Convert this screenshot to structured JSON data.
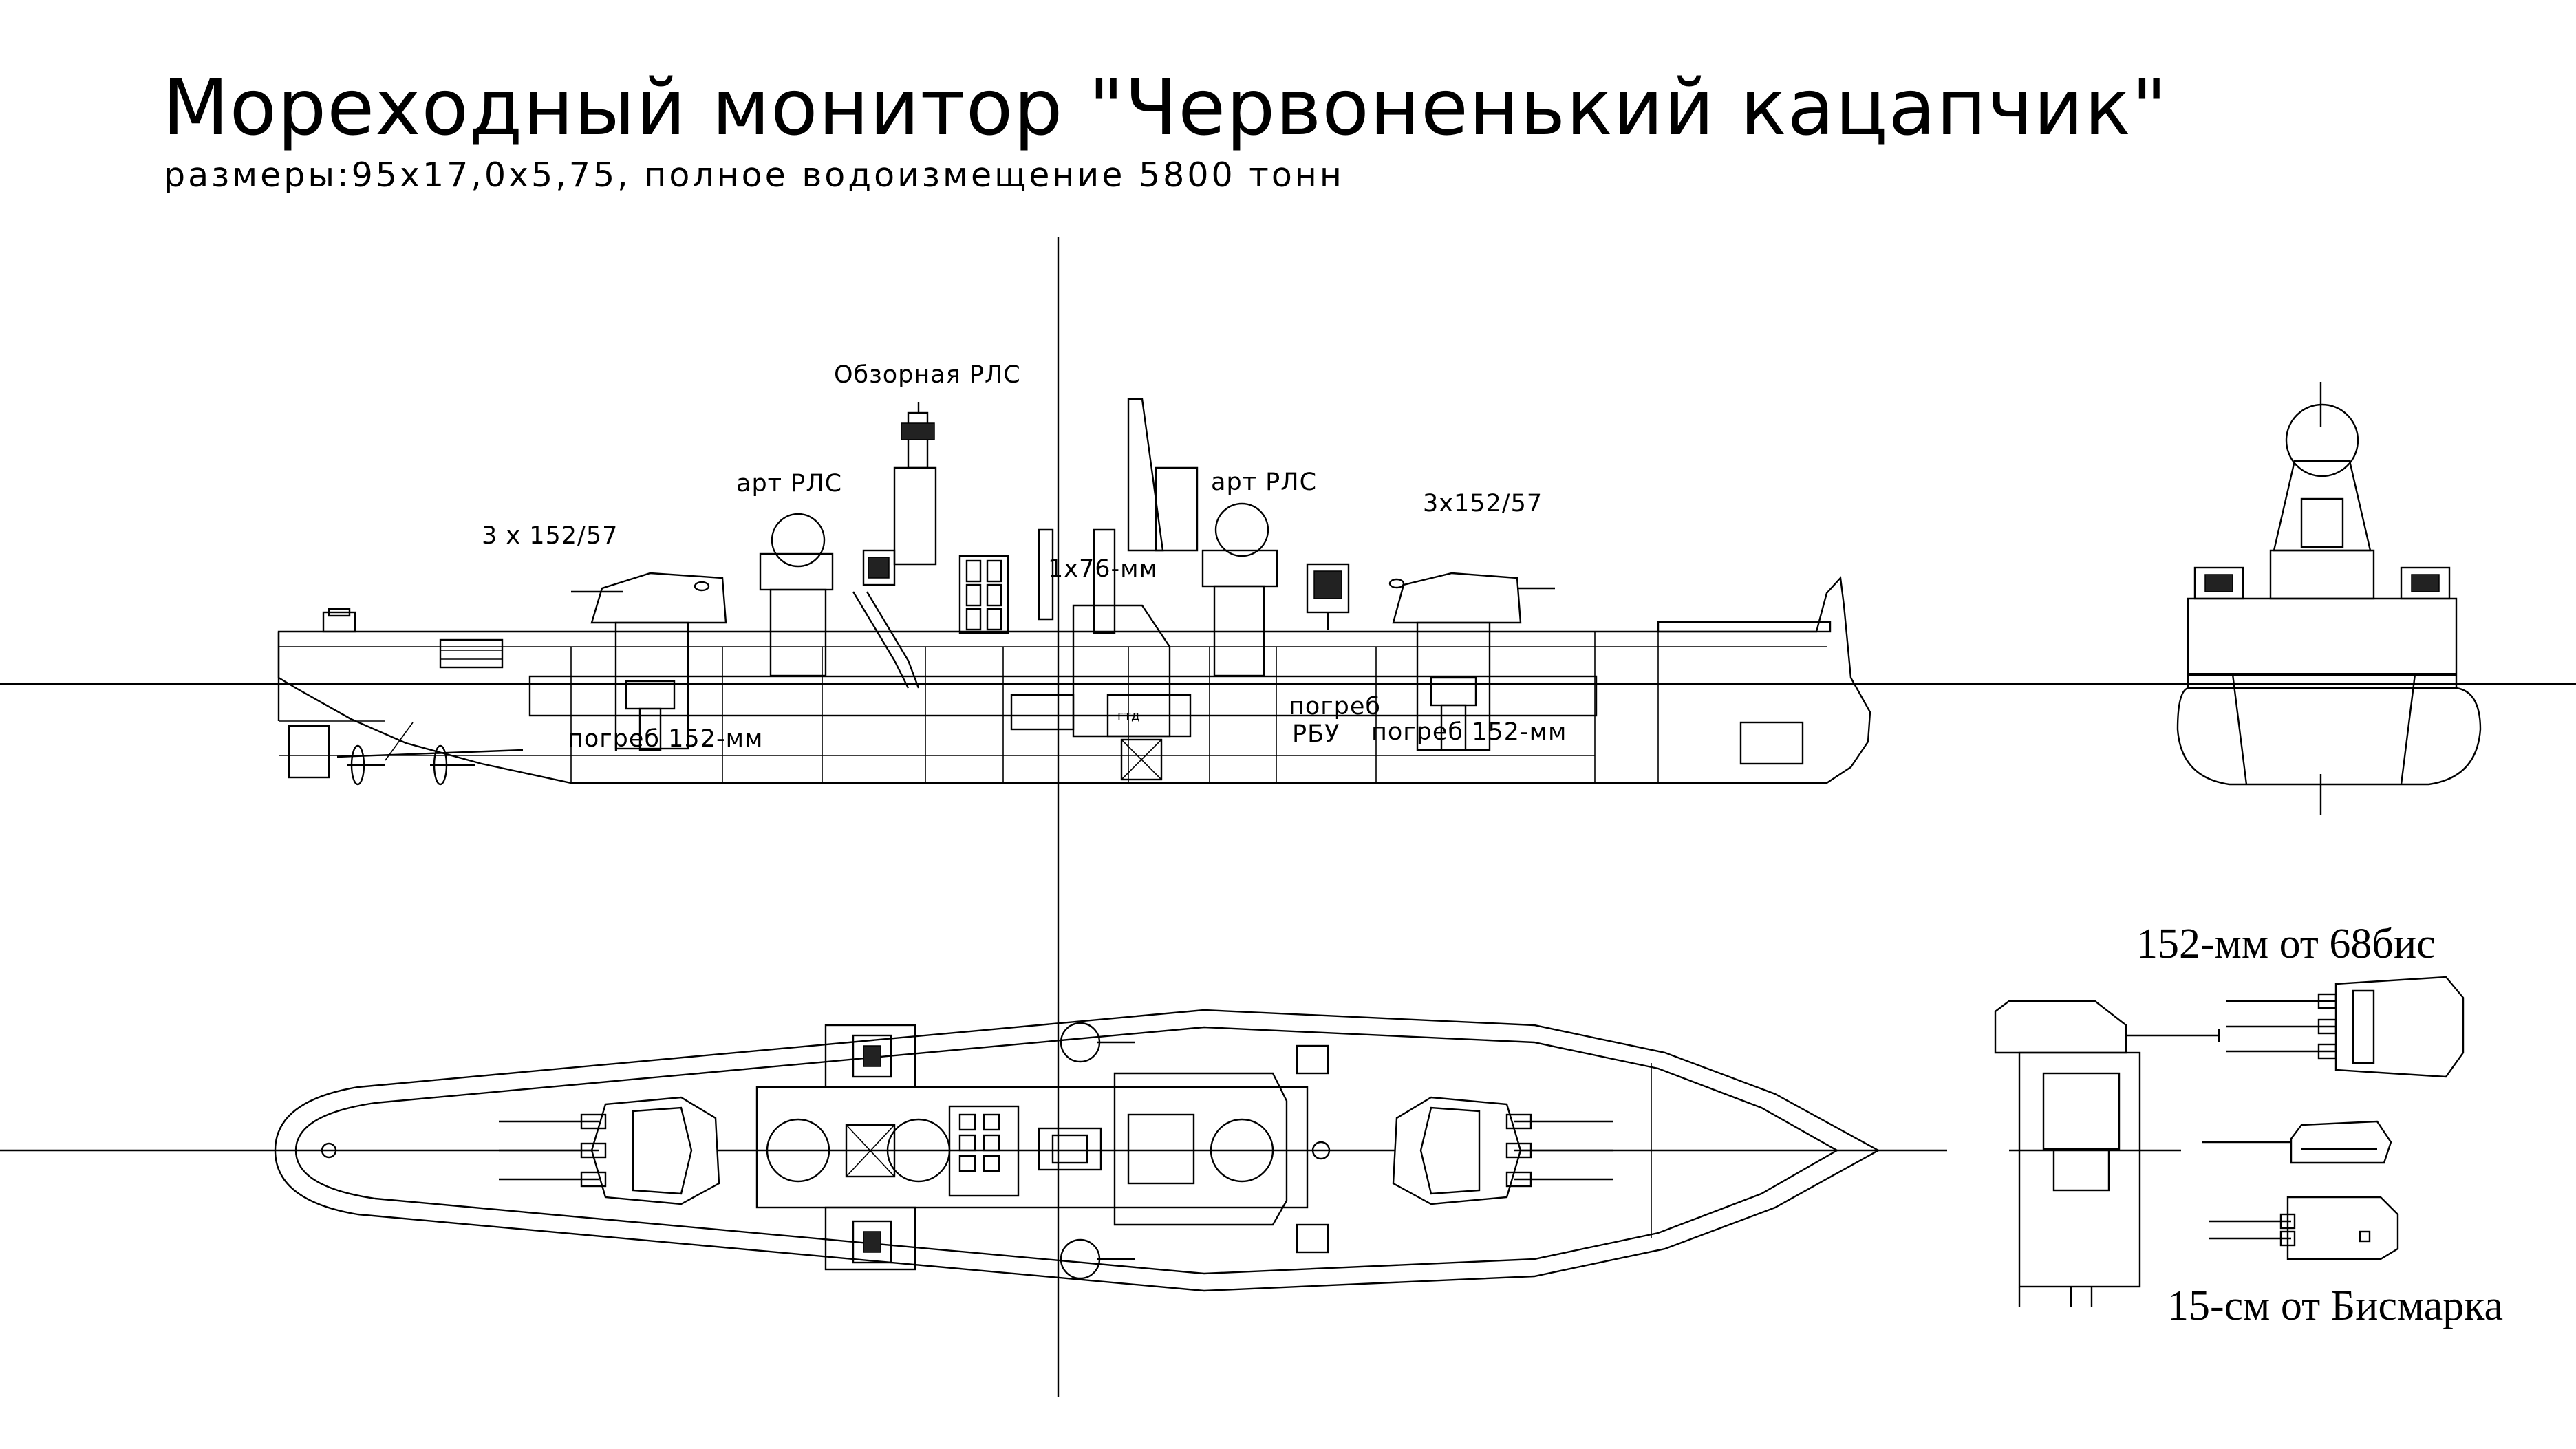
{
  "title": "Мореходный монитор \"Червоненький кацапчик\"",
  "subtitle": "размеры:95х17,0х5,75, полное водоизмещение 5800 тонн",
  "labels": {
    "survey_radar": "Обзорная РЛС",
    "art_radar_fwd": "арт РЛС",
    "art_radar_aft": "арт РЛС",
    "turret_aft": "3 х 152/57",
    "turret_fwd": "3х152/57",
    "gun_76": "1х76-мм",
    "magazine_aft": "погреб 152-мм",
    "magazine_fwd": "погреб 152-мм",
    "magazine_rbu_1": "погреб",
    "magazine_rbu_2": "РБУ",
    "gtd": "гтд",
    "gun_68bis": "152-мм от 68бис",
    "gun_bismarck": "15-см от Бисмарка"
  }
}
